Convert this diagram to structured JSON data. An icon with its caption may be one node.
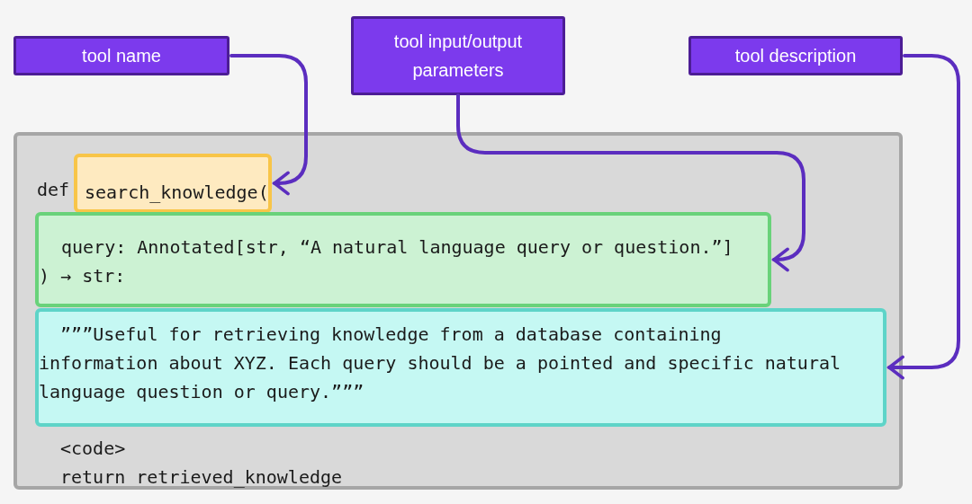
{
  "diagram": {
    "nodes": [
      {
        "text": [
          "tool name"
        ]
      },
      {
        "text": [
          "tool input/output parameters"
        ]
      },
      {
        "text": [
          "tool description"
        ]
      },
      {
        "text": [
          "def",
          "<code>",
          "return retrieved_knowledge"
        ]
      },
      {
        "text": [
          "search_knowledge("
        ],
        "in": 3
      },
      {
        "text": [
          "query: Annotated[str, “A natural language query or question.”]",
          ") → str:"
        ],
        "in": 3
      },
      {
        "text": [
          "”””Useful for retrieving knowledge from a database containing information about XYZ. Each query should be a pointed and specific natural language question or query.”””"
        ],
        "in": 3
      }
    ],
    "edges": [
      {
        "from": 0,
        "to": 4,
        "arrow": "to"
      },
      {
        "from": 1,
        "to": 5,
        "arrow": "to"
      },
      {
        "from": 2,
        "to": 6,
        "arrow": "to"
      }
    ]
  }
}
